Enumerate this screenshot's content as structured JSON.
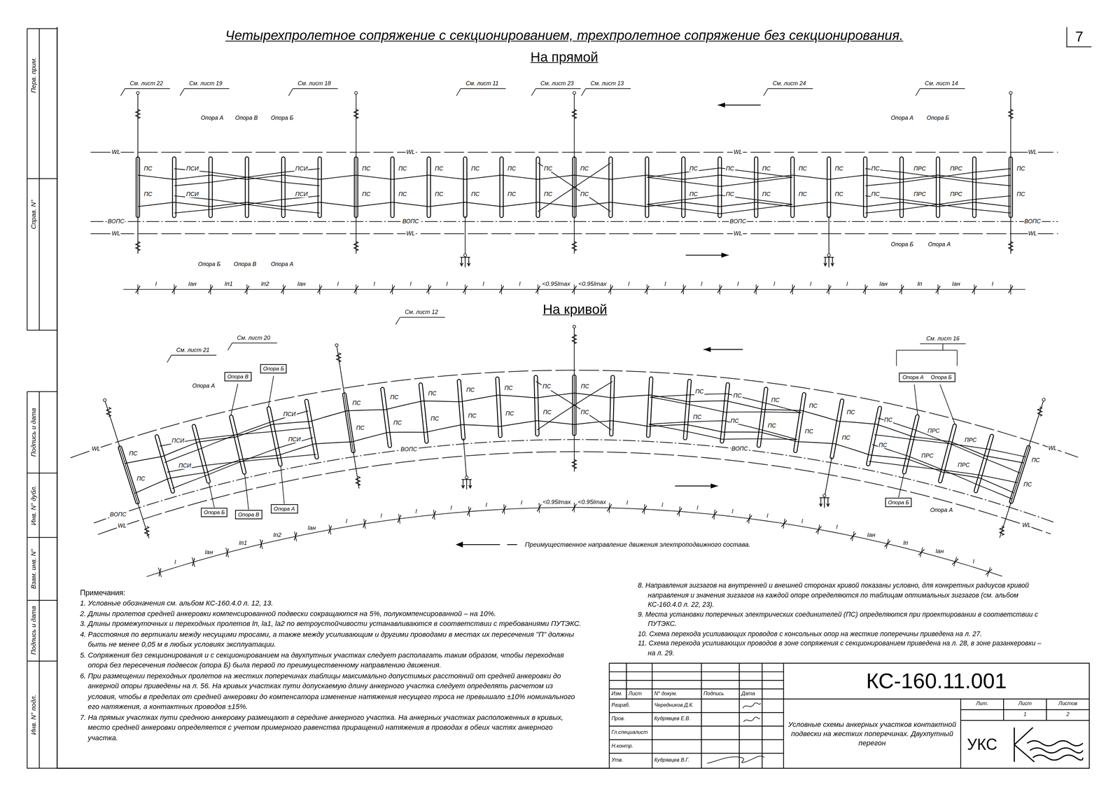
{
  "diagram": {
    "title": "Четырехпролетное сопряжение с секционированием, трехпролетное сопряжение без секционирования.",
    "nodes": [
      {
        "text": [
          "7"
        ]
      },
      {
        "text": [
          "Опора В"
        ]
      },
      {
        "text": [
          "Опора Б"
        ]
      },
      {
        "text": [
          "Опора Б"
        ]
      },
      {
        "text": [
          "Опора В"
        ]
      },
      {
        "text": [
          "Опора А"
        ]
      },
      {
        "text": [
          "Опора А",
          "Опора Б"
        ]
      },
      {
        "text": [
          "Опора Б"
        ]
      },
      {
        "text": [
          "КС-160.11.001"
        ]
      },
      {
        "text": [
          "Условные схемы анкерных участков контактной подвески на жестких поперечинах. Двухпутный перегон"
        ]
      },
      {
        "text": [
          "УКС"
        ]
      }
    ],
    "labels": [
      "Перв. прим.",
      "Справ. N°",
      "Подпись и дата",
      "Инв. N° дубл.",
      "Взам. инв. N°",
      "Подпись и дата",
      "Инв. N° подл.",
      "На прямой",
      "На кривой",
      "См. лист 22",
      "См. лист 19",
      "См. лист 18",
      "См. лист 11",
      "См. лист 23",
      "См. лист 13",
      "См. лист 24",
      "См. лист 14",
      "Опора А",
      "Опора В",
      "Опора Б",
      "Опора Б",
      "Опора В",
      "Опора А",
      "Опора А",
      "Опора Б",
      "Опора Б",
      "Опора А",
      "WL",
      "WL",
      "WL",
      "WL",
      "ВОПС",
      "ВОПС",
      "ВОПС",
      "ВОПС",
      "WL",
      "WL",
      "WL",
      "WL",
      "ПС",
      "ПС",
      "ПС",
      "ПС",
      "ПС",
      "ПС",
      "ПС",
      "ПС",
      "ПС",
      "ПС",
      "ПС",
      "ПС",
      "ПС",
      "ПС",
      "ПС",
      "ПС",
      "ПС",
      "ПС",
      "ПС",
      "ПС",
      "ПС",
      "ПС",
      "ПС",
      "ПС",
      "ПС",
      "ПС",
      "ПС",
      "ПС",
      "ПС",
      "ПС",
      "ПСИ",
      "ПСИ",
      "ПСИ",
      "ПСИ",
      "ПРС",
      "ПРС",
      "ПРС",
      "ПРС",
      "l",
      "lан",
      "lп1",
      "lп2",
      "lан",
      "l",
      "l",
      "l",
      "l",
      "l",
      "l",
      "<0.95lmax",
      "<0.95lmax",
      "l",
      "l",
      "l",
      "l",
      "l",
      "l",
      "l",
      "lан",
      "lп",
      "lан",
      "l",
      "См. лист 21",
      "См. лист 20",
      "См. лист 12",
      "См. лист 16",
      "Опора А",
      "Опора А",
      "WL",
      "ВОПС",
      "WL",
      "ВОПС",
      "ВОПС",
      "WL",
      "WL",
      "ПС",
      "ПС",
      "ПС",
      "ПС",
      "ПС",
      "ПС",
      "ПС",
      "ПС",
      "ПС",
      "ПС",
      "ПС",
      "ПС",
      "ПС",
      "ПС",
      "ПС",
      "ПС",
      "ПС",
      "ПС",
      "ПС",
      "ПС",
      "ПС",
      "ПС",
      "ПС",
      "ПС",
      "ПС",
      "ПС",
      "ПС",
      "ПС",
      "ПС",
      "ПС",
      "ПСИ",
      "ПСИ",
      "ПСИ",
      "ПСИ",
      "ПРС",
      "ПРС",
      "ПРС",
      "ПРС",
      "l",
      "lан",
      "lп1",
      "lп2",
      "lан",
      "l",
      "l",
      "l",
      "l",
      "l",
      "l",
      "<0.95lmax",
      "<0.95lmax",
      "l",
      "l",
      "l",
      "l",
      "l",
      "l",
      "l",
      "lан",
      "lп",
      "lан",
      "l",
      "Примечания:",
      "1. Условные обозначения см. альбом КС-160.4.0 л. 12, 13.",
      "2. Длины пролетов средней анкеровки компенсированной подвески сокращаются на 5%, полукомпенсированной – на 10%.",
      "3. Длины промежуточных и переходных пролетов lп, lа1, lа2 по ветроустойчивости устанавливаются в соответствии с требованиями ПУТЭКС.",
      "4. Расстояния по вертикали между несущими тросами, а также между усиливающим и другими проводами в местах их пересечения \"П\" должны быть не менее 0,05 м в любых условиях эксплуатации.",
      "5. Сопряжения без секционирования и с секционированием на двухпутных участках следует располагать таким образом, чтобы переходная опора без пересечения подвесок (опора Б) была первой по преимущественному направлению движения.",
      "6. При размещении переходных пролетов на жестких поперечинах таблицы максимально допустимых расстояний от средней анкеровки до анкерной опоры приведены на л. 56. На кривых участках пути допускаемую длину анкерного участка следует определять расчетом из условия, чтобы в пределах от средней анкеровки до компенсатора изменение натяжения несущего троса не превышало ±10% номинального его натяжения, а контактных проводов ±15%.",
      "7. На прямых участках пути среднюю анкеровку размещают в середине анкерного участка. На анкерных участках расположенных в кривых, место средней анкеровки определяется с учетом примерного равенства приращений натяжения в проводах в обеих частях анкерного участка.",
      "8. Направления зигзагов на внутренней и внешней сторонах кривой показаны условно, для конкретных радиусов кривой направления и значения зигзагов на каждой опоре определяются по таблицам оптимальных зигзагов (см. альбом КС-160.4.0 л. 22, 23).",
      "9. Места установки поперечных электрических соединителей (ПС) определяются при проектировании в соответствии с ПУТЭКС.",
      "10. Схема перехода усиливающих проводов с консольных опор на жесткие поперечины приведена на л. 27.",
      "11. Схема перехода усиливающих проводов в зоне сопряжения с секционированием приведена на л. 28, в зоне разанкеровки – на л. 29.",
      "Изм.",
      "Лист",
      "N° докум.",
      "Подпись",
      "Дата",
      "Разраб.",
      "Пров.",
      "Гл.специалист",
      "Н.контр.",
      "Утв.",
      "Чередников Д.К.",
      "Кудрявцев Е.В.",
      "Кудрявцев В.Г.",
      "Лит.",
      "Лист",
      "Листов",
      "1",
      "2"
    ],
    "legend": [
      {
        "text": "Преимущественное направление движения электроподвижного состава."
      }
    ]
  }
}
